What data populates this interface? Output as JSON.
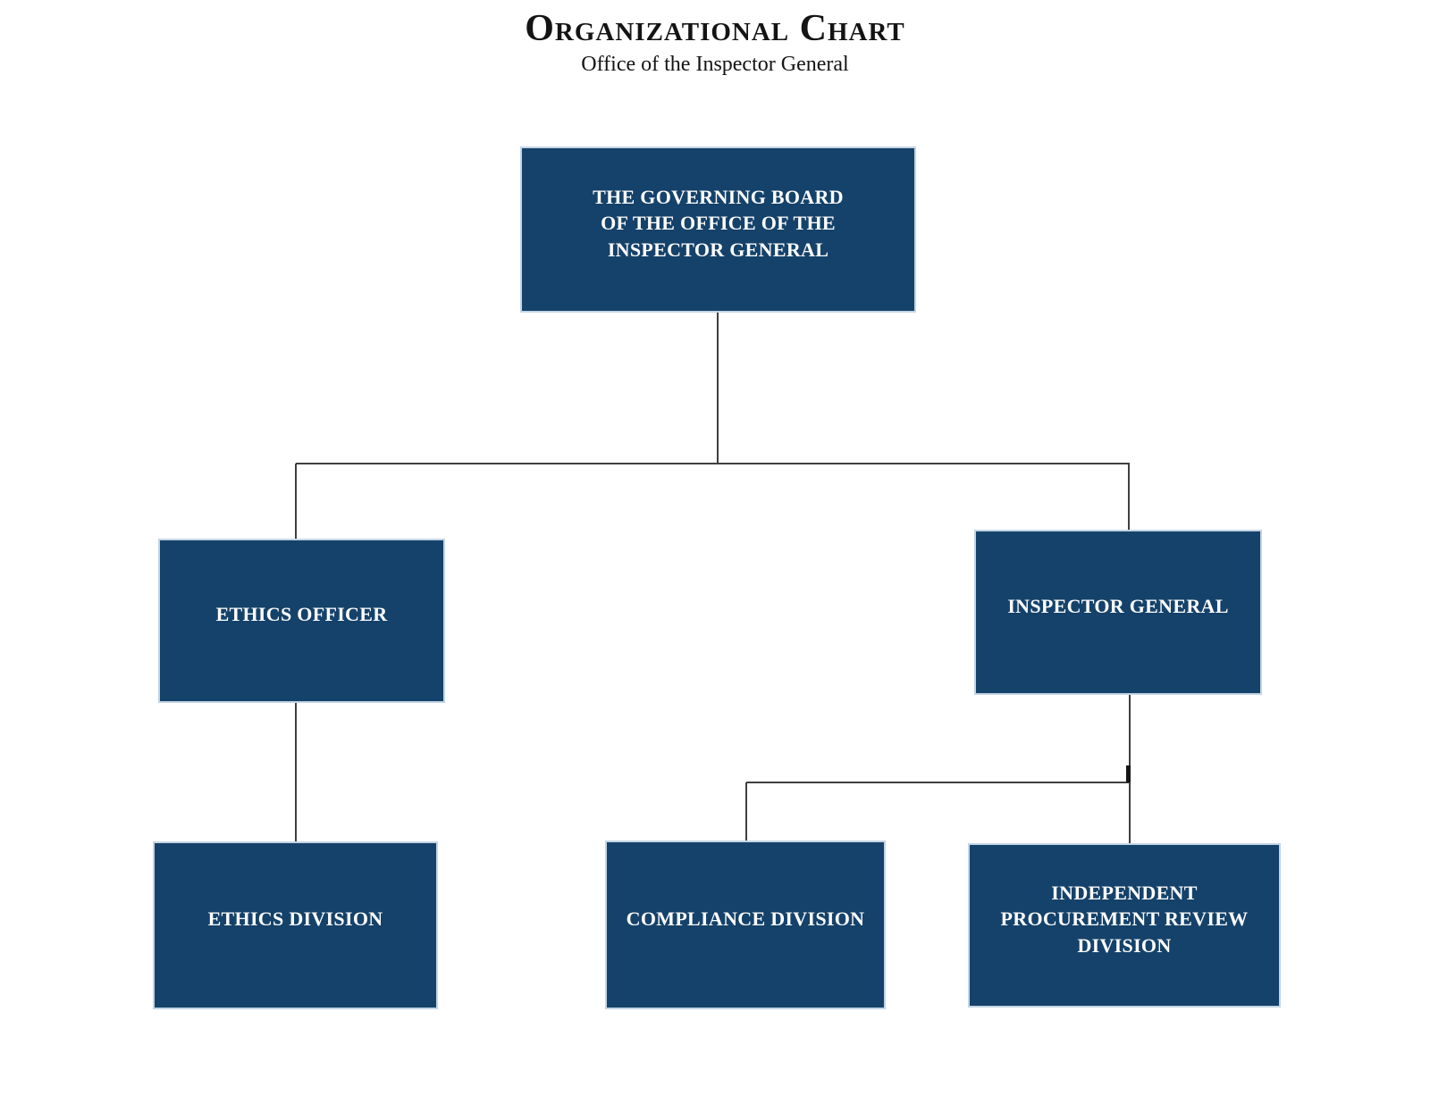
{
  "header": {
    "title": "Organizational Chart",
    "subtitle": "Office of the Inspector General"
  },
  "colors": {
    "node_fill": "#15426A",
    "node_border": "#c3d5e4",
    "node_text": "#ffffff",
    "connector": "#3f3f3f",
    "title_text": "#141414",
    "page_bg": "#ffffff"
  },
  "org": {
    "nodes": [
      {
        "id": "governing-board",
        "lines": [
          "THE GOVERNING BOARD",
          "OF THE OFFICE OF THE",
          "INSPECTOR GENERAL"
        ]
      },
      {
        "id": "ethics-officer",
        "lines": [
          "ETHICS OFFICER"
        ]
      },
      {
        "id": "inspector-general",
        "lines": [
          "INSPECTOR GENERAL"
        ]
      },
      {
        "id": "ethics-division",
        "lines": [
          "ETHICS DIVISION"
        ]
      },
      {
        "id": "compliance-division",
        "lines": [
          "COMPLIANCE DIVISION"
        ]
      },
      {
        "id": "independent-procurement-review-division",
        "lines": [
          "INDEPENDENT",
          "PROCUREMENT REVIEW",
          "DIVISION"
        ]
      }
    ],
    "edges": [
      {
        "from": "governing-board",
        "to": "ethics-officer"
      },
      {
        "from": "governing-board",
        "to": "inspector-general"
      },
      {
        "from": "ethics-officer",
        "to": "ethics-division"
      },
      {
        "from": "inspector-general",
        "to": "compliance-division"
      },
      {
        "from": "inspector-general",
        "to": "independent-procurement-review-division"
      }
    ]
  }
}
